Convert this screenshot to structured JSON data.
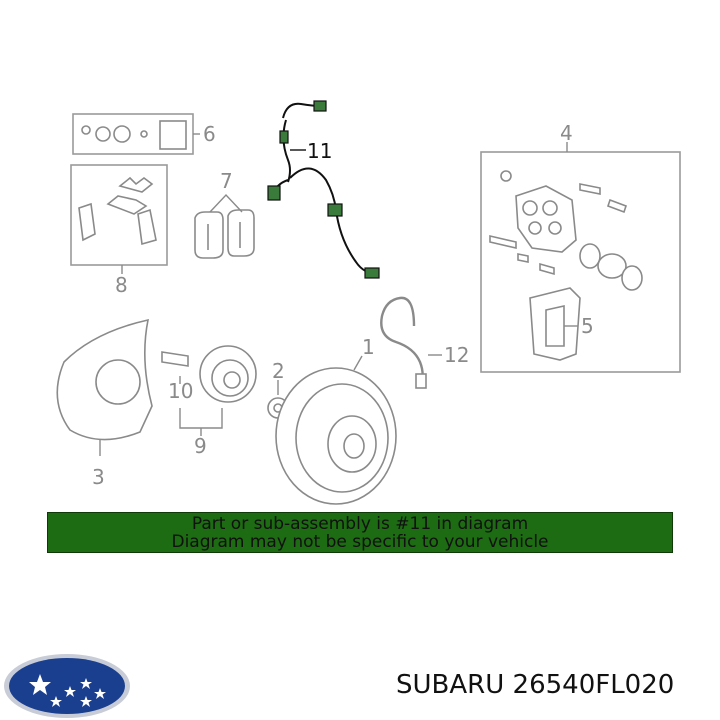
{
  "callouts": {
    "c1": "1",
    "c2": "2",
    "c3": "3",
    "c4": "4",
    "c5": "5",
    "c6": "6",
    "c7": "7",
    "c8": "8",
    "c9": "9",
    "c10": "10",
    "c11": "11",
    "c12": "12"
  },
  "banner": {
    "line1": "Part or sub-assembly is #11 in diagram",
    "line2": "Diagram may not be specific to your vehicle",
    "color": "#1d6b12"
  },
  "footer": {
    "brand": "SUBARU",
    "part_number": "26540FL020"
  },
  "logo": {
    "icon": "subaru-logo-icon",
    "color": "#1b3f8f"
  },
  "highlight_color": "#3a7a3a"
}
